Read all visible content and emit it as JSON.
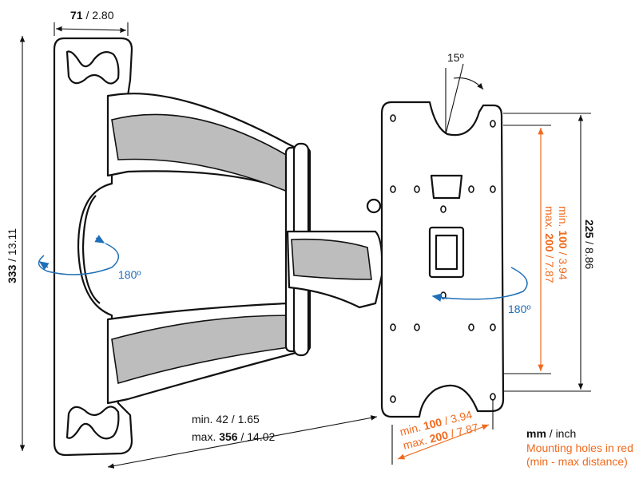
{
  "dimensions": {
    "depth": {
      "bold": "71",
      "rest": " / 2.80"
    },
    "height": {
      "bold": "333",
      "rest": " / 13.11"
    },
    "vesa_height": {
      "bold": "225",
      "rest": " / 8.86"
    },
    "tilt": "15º",
    "swivel_wall": "180º",
    "swivel_tv": "180º",
    "extension_min": "min. 42 / 1.65",
    "extension_max": {
      "prefix": "max. ",
      "bold": "356",
      "rest": " / 14.02"
    }
  },
  "mounting_holes": {
    "vertical_min": {
      "prefix": "min. ",
      "bold": "100",
      "rest": " / 3.94"
    },
    "vertical_max": {
      "prefix": "max. ",
      "bold": "200",
      "rest": " / 7.87"
    },
    "horizontal_min": {
      "prefix": "min. ",
      "bold": "100",
      "rest": " / 3.94"
    },
    "horizontal_max": {
      "prefix": "max. ",
      "bold": "200",
      "rest": " / 7.87"
    }
  },
  "legend": {
    "units_bold": "mm",
    "units_rest": " / inch",
    "line1": "Mounting holes in red",
    "line2": "(min - max distance)"
  },
  "colors": {
    "holes": "#f06a1e",
    "rotation": "#1f6fb8",
    "lines": "#111111"
  }
}
